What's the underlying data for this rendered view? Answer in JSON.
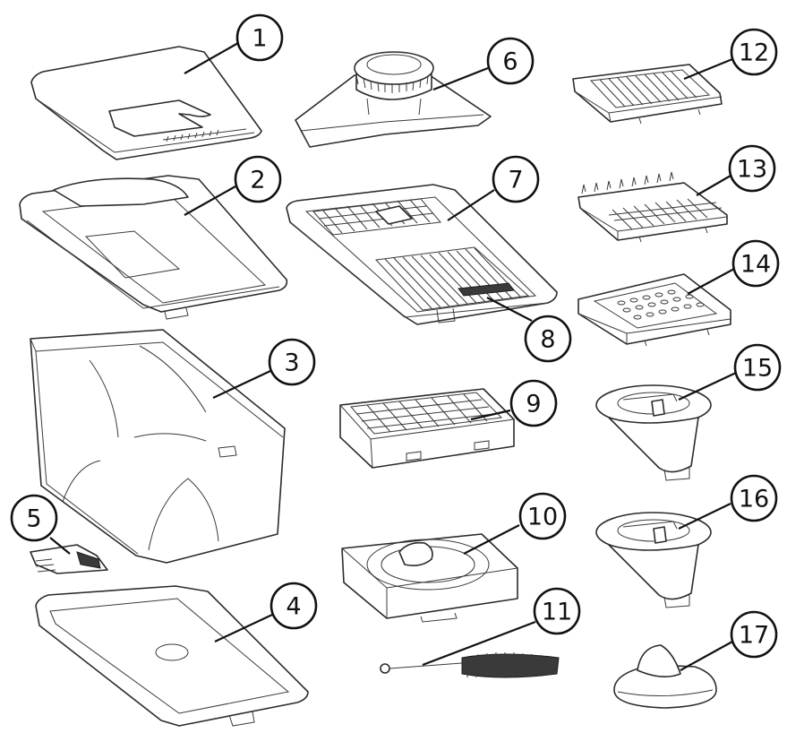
{
  "diagram": {
    "callouts": [
      {
        "number": "1"
      },
      {
        "number": "2"
      },
      {
        "number": "3"
      },
      {
        "number": "4"
      },
      {
        "number": "5"
      },
      {
        "number": "6"
      },
      {
        "number": "7"
      },
      {
        "number": "8"
      },
      {
        "number": "9"
      },
      {
        "number": "10"
      },
      {
        "number": "11"
      },
      {
        "number": "12"
      },
      {
        "number": "13"
      },
      {
        "number": "14"
      },
      {
        "number": "15"
      },
      {
        "number": "16"
      },
      {
        "number": "17"
      }
    ],
    "colors": {
      "line": "#2b2b2b",
      "background": "#ffffff"
    }
  }
}
